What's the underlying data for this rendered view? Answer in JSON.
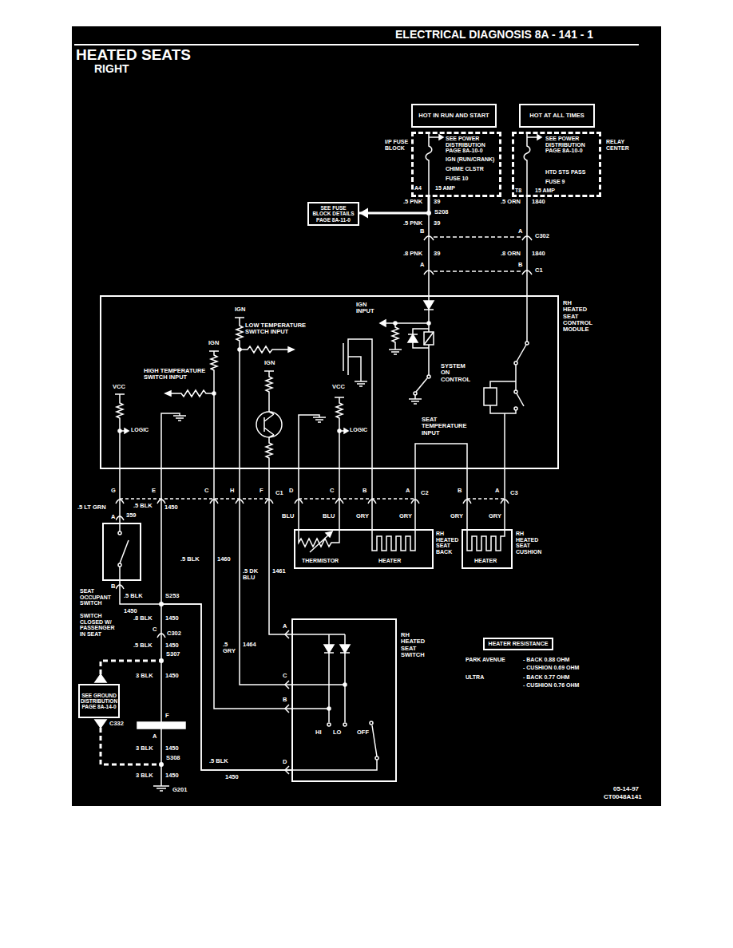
{
  "diagram": {
    "title": "HEATED SEATS",
    "nodes": [
      {
        "text": [
          "HOT IN RUN AND START"
        ]
      },
      {
        "text": [
          "HOT AT ALL TIMES"
        ]
      },
      {
        "text": [
          "I/P FUSE BLOCK",
          "SEE POWER DISTRIBUTION PAGE 8A-10-0",
          "IGN (RUN/CRANK)",
          "CHIME CLSTR",
          "FUSE 10",
          "15 AMP",
          "A4"
        ]
      },
      {
        "text": [
          "RELAY CENTER",
          "SEE POWER DISTRIBUTION PAGE 8A-10-0",
          "HTD STS PASS",
          "FUSE 9",
          "15 AMP",
          "T8"
        ]
      },
      {
        "text": [
          "SEE FUSE BLOCK DETAILS PAGE 8A-11-0"
        ]
      },
      {
        "text": [
          "RH HEATED SEAT CONTROL MODULE"
        ]
      },
      {
        "text": [
          "RH HEATED SEAT BACK",
          "THERMISTOR",
          "HEATER"
        ]
      },
      {
        "text": [
          "RH HEATED SEAT CUSHION",
          "HEATER"
        ]
      },
      {
        "text": [
          "SEAT OCCUPANT SWITCH",
          "SWITCH CLOSED W/ PASSENGER IN SEAT"
        ]
      },
      {
        "text": [
          "RH HEATED SEAT SWITCH",
          "HI",
          "LO",
          "OFF"
        ]
      },
      {
        "text": [
          "SEE GROUND DISTRIBUTION PAGE 8A-14-0"
        ]
      },
      {
        "text": [
          "HEATER RESISTANCE"
        ]
      }
    ],
    "edges": [
      {
        "from": 2,
        "to": 5,
        "arrow": "none"
      },
      {
        "from": 2,
        "to": 4,
        "arrow": "to"
      },
      {
        "from": 3,
        "to": 5,
        "arrow": "none"
      },
      {
        "from": 5,
        "to": 6,
        "arrow": "none"
      },
      {
        "from": 5,
        "to": 6,
        "arrow": "none"
      },
      {
        "from": 5,
        "to": 6,
        "arrow": "none"
      },
      {
        "from": 5,
        "to": 6,
        "arrow": "none"
      },
      {
        "from": 5,
        "to": 7,
        "arrow": "none"
      },
      {
        "from": 5,
        "to": 7,
        "arrow": "none"
      },
      {
        "from": 5,
        "to": 8,
        "arrow": "none"
      },
      {
        "from": 5,
        "to": 9,
        "arrow": "none"
      },
      {
        "from": 8,
        "to": 9,
        "arrow": "none"
      },
      {
        "from": 5,
        "to": 9,
        "arrow": "none"
      },
      {
        "from": 5,
        "to": 9,
        "arrow": "none"
      },
      {
        "from": 5,
        "to": 9,
        "arrow": "none"
      }
    ],
    "labels": [
      "RIGHT",
      "ELECTRICAL DIAGNOSIS 8A - 141 - 1",
      ".5 PNK",
      "39",
      ".5 ORN",
      "1840",
      "S208",
      ".5 PNK",
      "39",
      "B",
      "A",
      "C302",
      ".8 PNK",
      "39",
      ".8 ORN",
      "1840",
      "A",
      "B",
      "C1",
      "IGN",
      "LOW TEMPERATURE SWITCH INPUT",
      "IGN",
      "HIGH TEMPERATURE SWITCH INPUT",
      "IGN",
      "VCC",
      "LOGIC",
      "VCC",
      "LOGIC",
      "IGN INPUT",
      "SYSTEM ON CONTROL",
      "SEAT TEMPERATURE INPUT",
      "G",
      "E",
      "C",
      "H",
      "F",
      "C1",
      "D",
      "C",
      "B",
      "A",
      "C2",
      "B",
      "A",
      "C3",
      ".5 LT GRN",
      "359",
      "A",
      ".5 BLK",
      "1450",
      "BLU",
      "BLU",
      "GRY",
      "GRY",
      "GRY",
      "GRY",
      ".5 BLK",
      "1460",
      ".5 DK BLU",
      "1461",
      "B",
      ".5 BLK",
      "1450",
      "S253",
      ".8 BLK",
      "1450",
      "C",
      "C302",
      ".5 BLK",
      "1450",
      "S307",
      "3 BLK",
      "1450",
      ".5 GRY",
      "1464",
      "F",
      "C332",
      "A",
      "3 BLK",
      "1450",
      "S308",
      "3 BLK",
      "1450",
      "G201",
      ".5 BLK",
      "1450",
      "A",
      "C",
      "B",
      "D",
      "PARK AVENUE",
      "- BACK 0.88 OHM",
      "- CUSHION 0.69 OHM",
      "ULTRA",
      "- BACK 0.77 OHM",
      "- CUSHION 0.76 OHM",
      "05-14-97",
      "CT0048A141"
    ]
  }
}
